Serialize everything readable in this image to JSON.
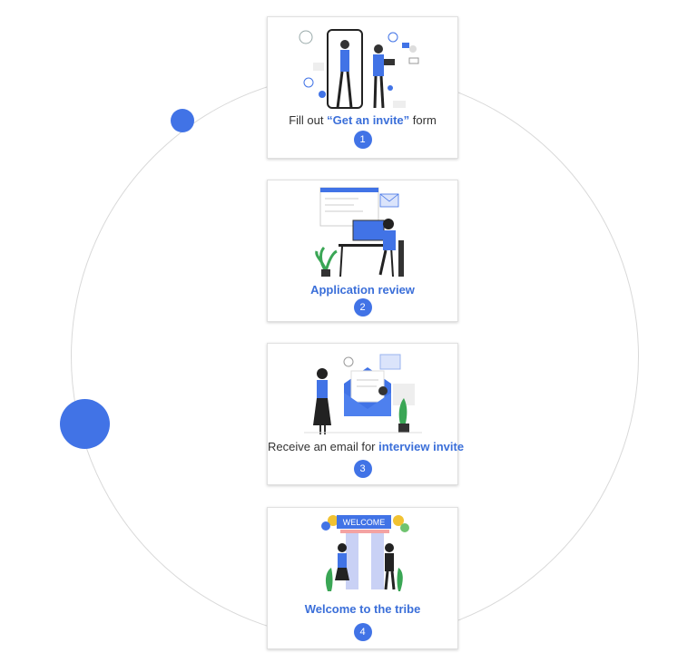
{
  "steps": [
    {
      "number": "1",
      "text_before": "Fill out ",
      "highlight": "“Get an invite”",
      "text_after": " form"
    },
    {
      "number": "2",
      "highlight": "Application review"
    },
    {
      "number": "3",
      "text_before": "Receive an email for ",
      "highlight": "interview invite"
    },
    {
      "number": "4",
      "highlight": "Welcome to the tribe",
      "banner": "WELCOME"
    }
  ],
  "colors": {
    "accent": "#4173e6",
    "text": "#333333",
    "orbit": "#d9d9d9"
  }
}
